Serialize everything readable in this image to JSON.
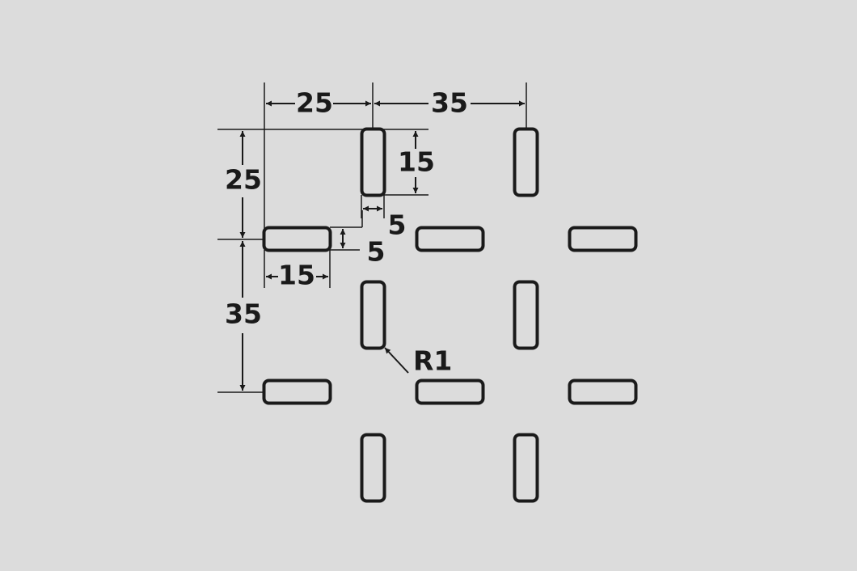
{
  "dimensions": {
    "top_left_width": "25",
    "top_right_width": "35",
    "left_top_height": "25",
    "left_bottom_height": "35",
    "slot_length_vertical": "15",
    "slot_width_vertical": "5",
    "slot_width_horizontal": "5",
    "slot_length_horizontal": "15",
    "corner_radius": "R1"
  },
  "colors": {
    "background": "#dcdcdc",
    "stroke": "#1a1a1a"
  }
}
